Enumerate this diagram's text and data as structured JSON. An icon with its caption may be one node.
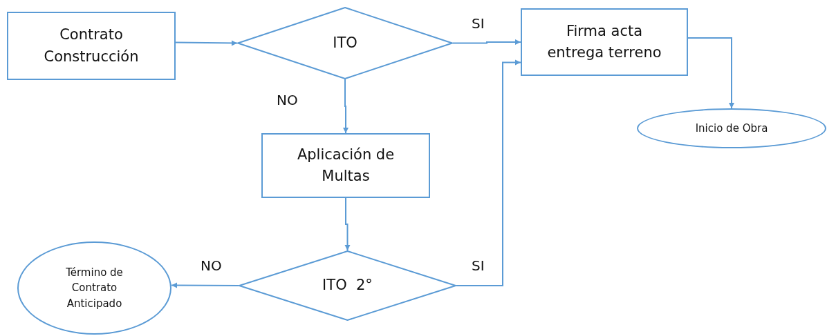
{
  "diagram": {
    "nodes": [
      {
        "text": [
          "Contrato Construcción"
        ]
      },
      {
        "text": [
          "ITO"
        ]
      },
      {
        "text": [
          "Firma acta entrega terreno"
        ]
      },
      {
        "text": [
          "Inicio de Obra"
        ]
      },
      {
        "text": [
          "Aplicación de Multas"
        ]
      },
      {
        "text": [
          "ITO  2°"
        ]
      },
      {
        "text": [
          "Término de Contrato Anticipado"
        ]
      }
    ],
    "edges": [
      {
        "from": 0,
        "to": 1,
        "arrow": "to"
      },
      {
        "from": 1,
        "to": 2,
        "arrow": "to",
        "label": "SI"
      },
      {
        "from": 1,
        "to": 4,
        "arrow": "to",
        "label": "NO"
      },
      {
        "from": 2,
        "to": 3,
        "arrow": "to"
      },
      {
        "from": 4,
        "to": 5,
        "arrow": "to"
      },
      {
        "from": 5,
        "to": 6,
        "arrow": "to",
        "label": "NO"
      },
      {
        "from": 5,
        "to": 2,
        "arrow": "to",
        "label": "SI"
      }
    ]
  }
}
